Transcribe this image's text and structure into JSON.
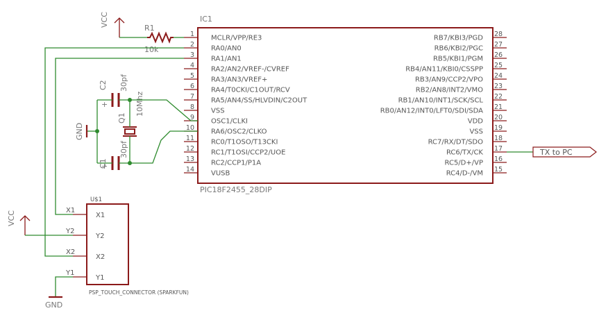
{
  "ic": {
    "ref": "IC1",
    "value": "PIC18F2455_28DIP",
    "left_pins": [
      {
        "num": "1",
        "name": "MCLR/VPP/RE3"
      },
      {
        "num": "2",
        "name": "RA0/AN0"
      },
      {
        "num": "3",
        "name": "RA1/AN1"
      },
      {
        "num": "4",
        "name": "RA2/AN2/VREF-/CVREF"
      },
      {
        "num": "5",
        "name": "RA3/AN3/VREF+"
      },
      {
        "num": "6",
        "name": "RA4/T0CKI/C1OUT/RCV"
      },
      {
        "num": "7",
        "name": "RA5/AN4/SS/HLVDIN/C2OUT"
      },
      {
        "num": "8",
        "name": "VSS"
      },
      {
        "num": "9",
        "name": "OSC1/CLKI"
      },
      {
        "num": "10",
        "name": "RA6/OSC2/CLKO"
      },
      {
        "num": "11",
        "name": "RC0/T1OSO/T13CKI"
      },
      {
        "num": "12",
        "name": "RC1/T1OSI/CCP2/UOE"
      },
      {
        "num": "13",
        "name": "RC2/CCP1/P1A"
      },
      {
        "num": "14",
        "name": "VUSB"
      }
    ],
    "right_pins": [
      {
        "num": "28",
        "name": "RB7/KBI3/PGD"
      },
      {
        "num": "27",
        "name": "RB6/KBI2/PGC"
      },
      {
        "num": "26",
        "name": "RB5/KBI1/PGM"
      },
      {
        "num": "25",
        "name": "RB4/AN11/KBI0/CSSPP"
      },
      {
        "num": "24",
        "name": "RB3/AN9/CCP2/VPO"
      },
      {
        "num": "23",
        "name": "RB2/AN8/INT2/VMO"
      },
      {
        "num": "22",
        "name": "RB1/AN10/INT1/SCK/SCL"
      },
      {
        "num": "21",
        "name": "RB0/AN12/INT0/LFT0/SDI/SDA"
      },
      {
        "num": "20",
        "name": "VDD"
      },
      {
        "num": "19",
        "name": "VSS"
      },
      {
        "num": "18",
        "name": "RC7/RX/DT/SDO"
      },
      {
        "num": "17",
        "name": "RC6/TX/CK"
      },
      {
        "num": "16",
        "name": "RC5/D+/VP"
      },
      {
        "num": "15",
        "name": "RC4/D-/VM"
      }
    ]
  },
  "connector": {
    "ref": "U$1",
    "value": "PSP_TOUCH_CONNECTOR (SPARKFUN)",
    "pins": [
      "X1",
      "Y2",
      "X2",
      "Y1"
    ]
  },
  "resistor": {
    "ref": "R1",
    "value": "10k"
  },
  "cap_top": {
    "ref": "C2",
    "value": "30pf"
  },
  "cap_bottom": {
    "ref": "C1",
    "value": "30pf"
  },
  "crystal": {
    "ref": "Q1",
    "value": "10Mhz"
  },
  "power": {
    "vcc_top": "VCC",
    "vcc_left": "VCC",
    "gnd_caps": "GND",
    "gnd_bottom": "GND"
  },
  "net_label": {
    "tx": "TX to PC"
  },
  "colors": {
    "part": "#8b1a1a",
    "wire": "#2e8b2e",
    "text": "#555555"
  }
}
